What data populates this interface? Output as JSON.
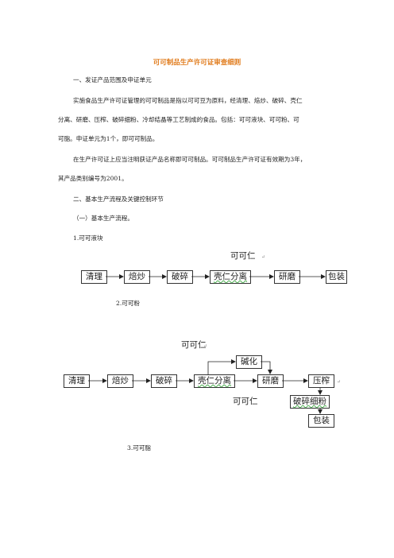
{
  "title": "可可制品生产许可证审查细则",
  "sections": {
    "s1_heading": "一、发证产品范围及申证单元",
    "s1_p1_l1": "实施食品生产许可证管理的可可制品是指以可可豆为原料，经清理、焙炒、破碎、壳仁",
    "s1_p1_l2": "分离、研磨、压榨、破碎细粉、冷却结晶等工艺制成的食品。包括：可可液块、可可粉、可",
    "s1_p1_l3": "可脂。申证单元为1个，即可可制品。",
    "s1_p2_l1": "在生产许可证上应当注明获证产品名称即可可制品。可可制品生产许可证有效期为3年，",
    "s1_p2_l2": "其产品类别编号为2001。",
    "s2_heading": "二、基本生产流程及关键控制环节",
    "s2_sub1": "（一）基本生产流程。",
    "item1": "1.可可液块",
    "item2": "2.可可粉",
    "item3": "3.可可脂"
  },
  "flow1": {
    "label_top": "可可仁",
    "steps": [
      "清理",
      "焙炒",
      "破碎",
      "壳仁分离",
      "研磨",
      "包装"
    ]
  },
  "flow2": {
    "label_top": "可可仁",
    "label_bottom": "可可仁",
    "branch_step": "碱化",
    "steps": [
      "清理",
      "焙炒",
      "破碎",
      "壳仁分离",
      "研磨",
      "压榨"
    ],
    "after_press": "破碎细粉",
    "final": "包装"
  }
}
